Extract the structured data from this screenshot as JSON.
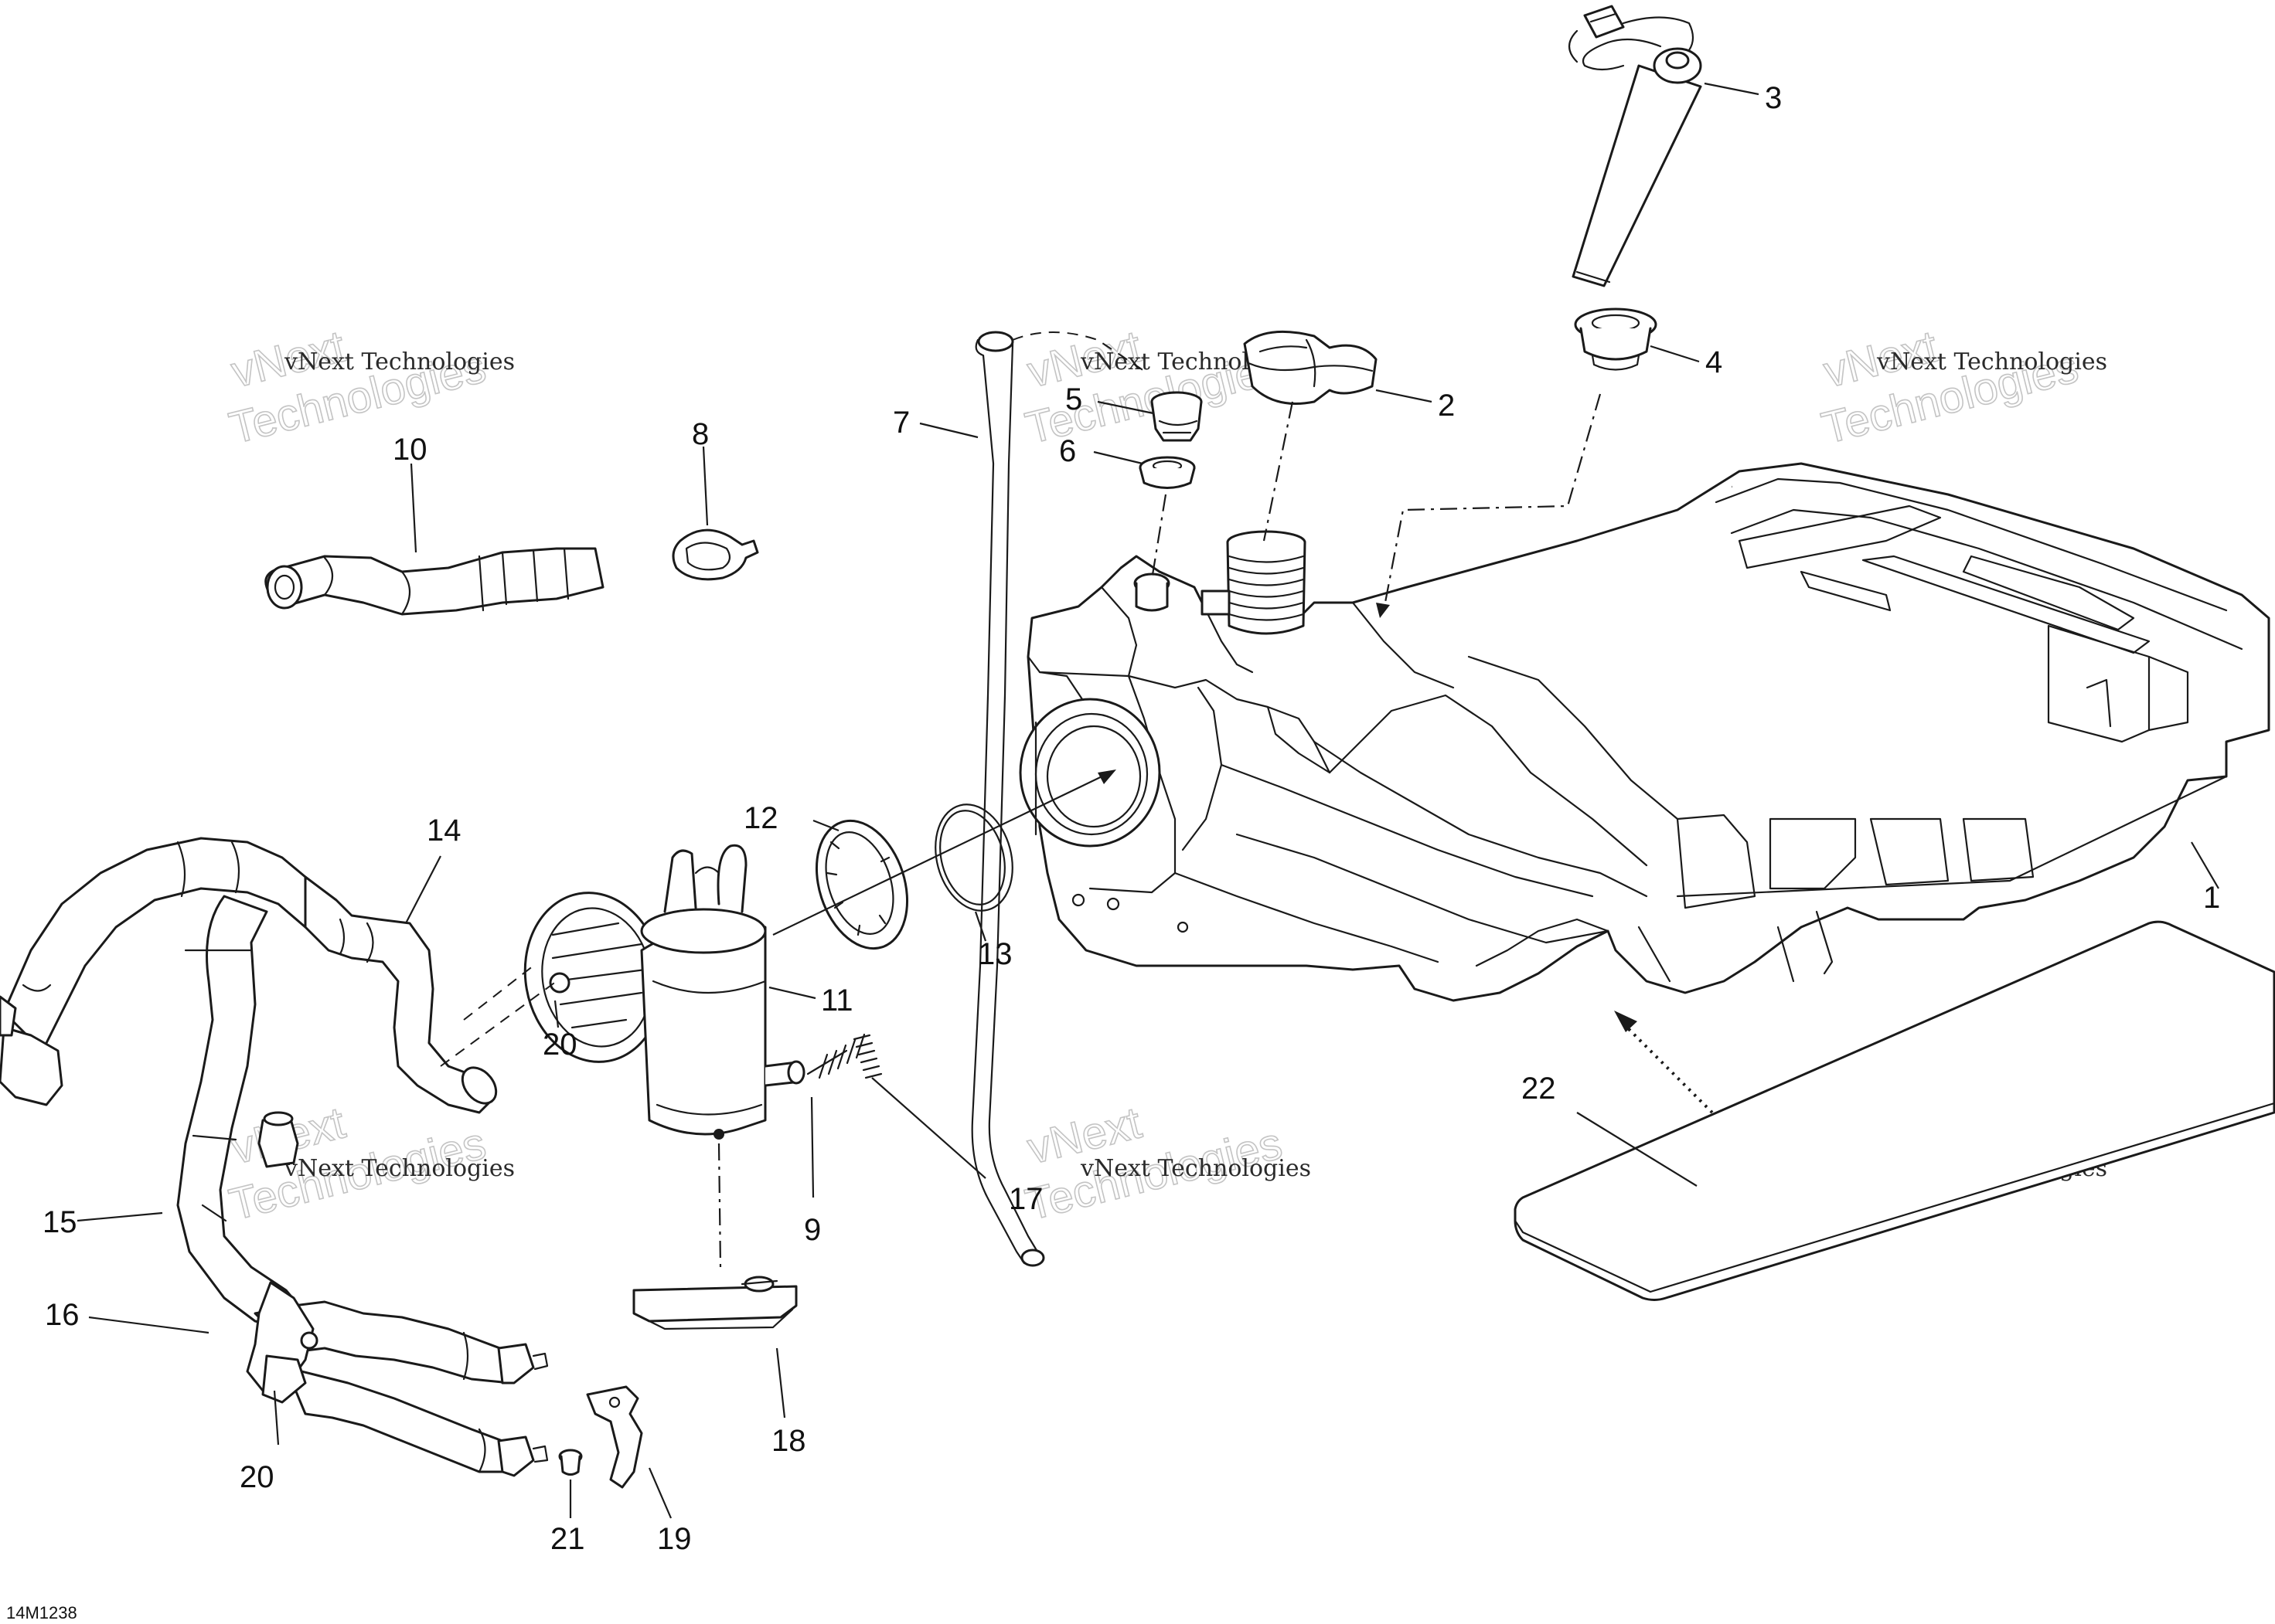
{
  "diagram": {
    "code": "14M1238",
    "watermark": {
      "line1": "vNext",
      "line2": "Technologies",
      "full": "vNext Technologies"
    },
    "callouts": [
      {
        "id": "1",
        "label": "1"
      },
      {
        "id": "2",
        "label": "2"
      },
      {
        "id": "3",
        "label": "3"
      },
      {
        "id": "4",
        "label": "4"
      },
      {
        "id": "5",
        "label": "5"
      },
      {
        "id": "6",
        "label": "6"
      },
      {
        "id": "7",
        "label": "7"
      },
      {
        "id": "8",
        "label": "8"
      },
      {
        "id": "9",
        "label": "9"
      },
      {
        "id": "10",
        "label": "10"
      },
      {
        "id": "11",
        "label": "11"
      },
      {
        "id": "12",
        "label": "12"
      },
      {
        "id": "13",
        "label": "13"
      },
      {
        "id": "14",
        "label": "14"
      },
      {
        "id": "15",
        "label": "15"
      },
      {
        "id": "16",
        "label": "16"
      },
      {
        "id": "17",
        "label": "17"
      },
      {
        "id": "18",
        "label": "18"
      },
      {
        "id": "19",
        "label": "19"
      },
      {
        "id": "20a",
        "label": "20"
      },
      {
        "id": "20b",
        "label": "20"
      },
      {
        "id": "21",
        "label": "21"
      },
      {
        "id": "22",
        "label": "22"
      }
    ]
  }
}
